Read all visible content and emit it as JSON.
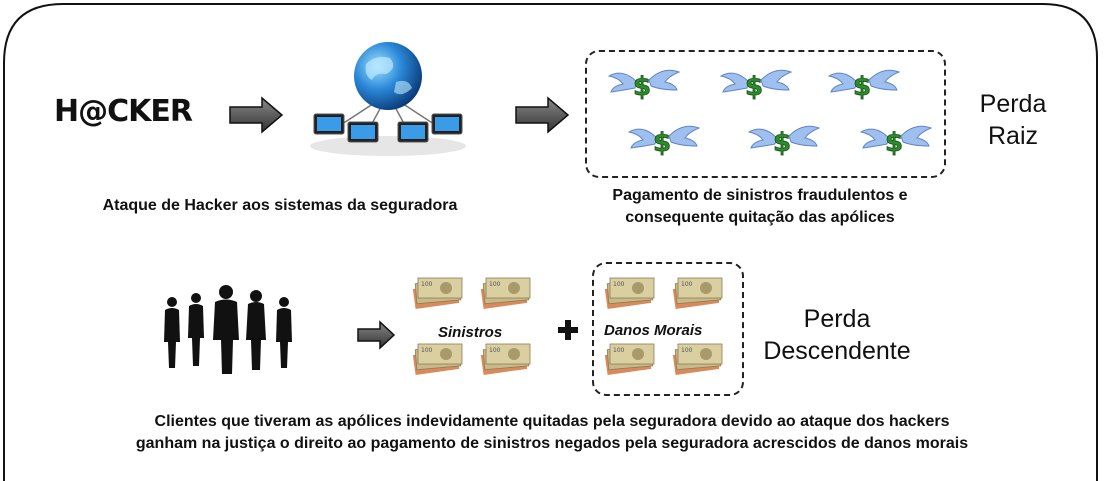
{
  "brand": {
    "hacker_text": "H@CKER"
  },
  "root_loss": {
    "attack_caption": "Ataque de Hacker aos sistemas da seguradora",
    "payment_caption_line1": "Pagamento de sinistros fraudulentos e",
    "payment_caption_line2": "consequente quitação das apólices",
    "side_label_line1": "Perda",
    "side_label_line2": "Raiz"
  },
  "descendant_loss": {
    "claims_label": "Sinistros",
    "moral_damages_label": "Danos Morais",
    "side_label_line1": "Perda",
    "side_label_line2": "Descendente",
    "caption_line1": "Clientes que tiveram as apólices indevidamente quitadas pela seguradora devido ao ataque dos hackers",
    "caption_line2": "ganham na justiça o direito ao pagamento de sinistros negados pela seguradora acrescidos de danos morais"
  },
  "icons": [
    "arrow-right-icon",
    "globe-network-icon",
    "flying-money-icon",
    "people-silhouette-icon",
    "banknote-stack-icon",
    "plus-icon"
  ],
  "colors": {
    "arrow_fill": "#555555",
    "money_green": "#2e8b2e",
    "wing_blue": "#8fb3e8",
    "banknote": "#c9b98a",
    "globe": "#1f6fb8"
  }
}
